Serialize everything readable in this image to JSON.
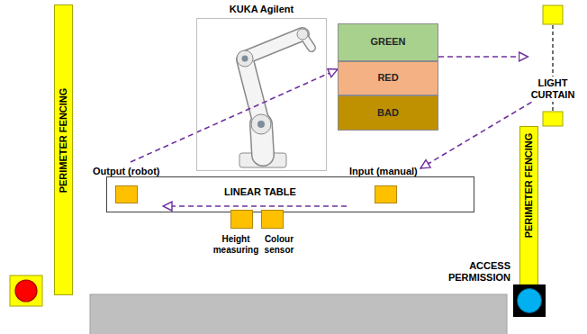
{
  "diagram": {
    "nodes": [
      {
        "text": [
          "PERIMETER FENCING"
        ]
      },
      {
        "text": [
          "KUKA Agilent"
        ]
      },
      {
        "text": [
          "GREEN"
        ]
      },
      {
        "text": [
          "RED"
        ]
      },
      {
        "text": [
          "BAD"
        ]
      },
      {
        "text": [
          "LIGHT CURTAIN"
        ]
      },
      {
        "text": [
          "Output (robot)"
        ]
      },
      {
        "text": [
          "Input (manual)"
        ]
      },
      {
        "text": [
          "LINEAR TABLE"
        ]
      },
      {
        "text": [
          "PERIMETER FENCING"
        ]
      },
      {
        "text": [
          "Height measuring"
        ]
      },
      {
        "text": [
          "Colour sensor"
        ]
      },
      {
        "text": [
          "ACCESS PERMISSION"
        ]
      }
    ],
    "edges": [
      {
        "from": 6,
        "to": 3,
        "arrow": "to"
      },
      {
        "from": 2,
        "to": 5,
        "arrow": "to"
      },
      {
        "from": 5,
        "to": 7,
        "arrow": "to"
      },
      {
        "from": 7,
        "to": 6,
        "arrow": "to"
      }
    ]
  }
}
